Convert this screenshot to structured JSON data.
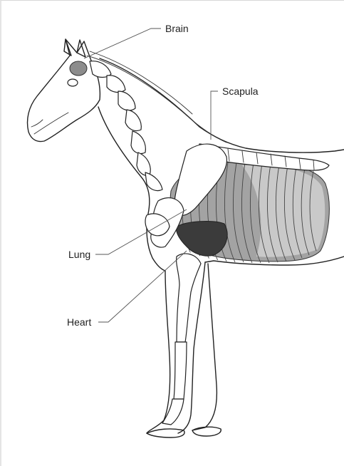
{
  "labels": {
    "brain": "Brain",
    "scapula": "Scapula",
    "lung": "Lung",
    "heart": "Heart"
  },
  "colors": {
    "outline": "#222222",
    "lung_shade": "#9a9a9a",
    "heart_shade": "#3a3a3a",
    "brain_shade": "#8c8c8c",
    "leader": "#555555"
  }
}
